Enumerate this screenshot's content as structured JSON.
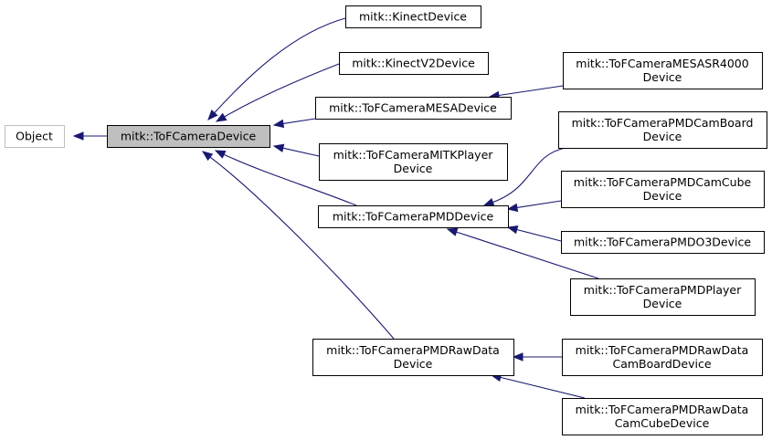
{
  "diagram": {
    "nodes": {
      "object": {
        "lines": [
          "Object"
        ]
      },
      "tof_camera_device": {
        "lines": [
          "mitk::ToFCameraDevice"
        ]
      },
      "kinect_device": {
        "lines": [
          "mitk::KinectDevice"
        ]
      },
      "kinect_v2_device": {
        "lines": [
          "mitk::KinectV2Device"
        ]
      },
      "mesa_device": {
        "lines": [
          "mitk::ToFCameraMESADevice"
        ]
      },
      "mesa_sr4000_device": {
        "lines": [
          "mitk::ToFCameraMESASR4000",
          "Device"
        ]
      },
      "mitk_player_device": {
        "lines": [
          "mitk::ToFCameraMITKPlayer",
          "Device"
        ]
      },
      "pmd_device": {
        "lines": [
          "mitk::ToFCameraPMDDevice"
        ]
      },
      "pmd_cam_board_device": {
        "lines": [
          "mitk::ToFCameraPMDCamBoard",
          "Device"
        ]
      },
      "pmd_cam_cube_device": {
        "lines": [
          "mitk::ToFCameraPMDCamCube",
          "Device"
        ]
      },
      "pmd_o3_device": {
        "lines": [
          "mitk::ToFCameraPMDO3Device"
        ]
      },
      "pmd_player_device": {
        "lines": [
          "mitk::ToFCameraPMDPlayer",
          "Device"
        ]
      },
      "pmd_raw_data_device": {
        "lines": [
          "mitk::ToFCameraPMDRawData",
          "Device"
        ]
      },
      "pmd_raw_data_cam_board_device": {
        "lines": [
          "mitk::ToFCameraPMDRawData",
          "CamBoardDevice"
        ]
      },
      "pmd_raw_data_cam_cube_device": {
        "lines": [
          "mitk::ToFCameraPMDRawData",
          "CamCubeDevice"
        ]
      }
    },
    "edges": [
      {
        "from": "tof_camera_device",
        "to": "object"
      },
      {
        "from": "kinect_device",
        "to": "tof_camera_device"
      },
      {
        "from": "kinect_v2_device",
        "to": "tof_camera_device"
      },
      {
        "from": "mesa_device",
        "to": "tof_camera_device"
      },
      {
        "from": "mitk_player_device",
        "to": "tof_camera_device"
      },
      {
        "from": "pmd_device",
        "to": "tof_camera_device"
      },
      {
        "from": "pmd_raw_data_device",
        "to": "tof_camera_device"
      },
      {
        "from": "mesa_sr4000_device",
        "to": "mesa_device"
      },
      {
        "from": "pmd_cam_board_device",
        "to": "pmd_device"
      },
      {
        "from": "pmd_cam_cube_device",
        "to": "pmd_device"
      },
      {
        "from": "pmd_o3_device",
        "to": "pmd_device"
      },
      {
        "from": "pmd_player_device",
        "to": "pmd_device"
      },
      {
        "from": "pmd_raw_data_cam_board_device",
        "to": "pmd_raw_data_device"
      },
      {
        "from": "pmd_raw_data_cam_cube_device",
        "to": "pmd_raw_data_device"
      }
    ],
    "colors": {
      "edge": "#191970",
      "node_border": "#000000",
      "external_node_border": "#bfbfbf",
      "current_node_fill": "#bfbfbf"
    }
  }
}
